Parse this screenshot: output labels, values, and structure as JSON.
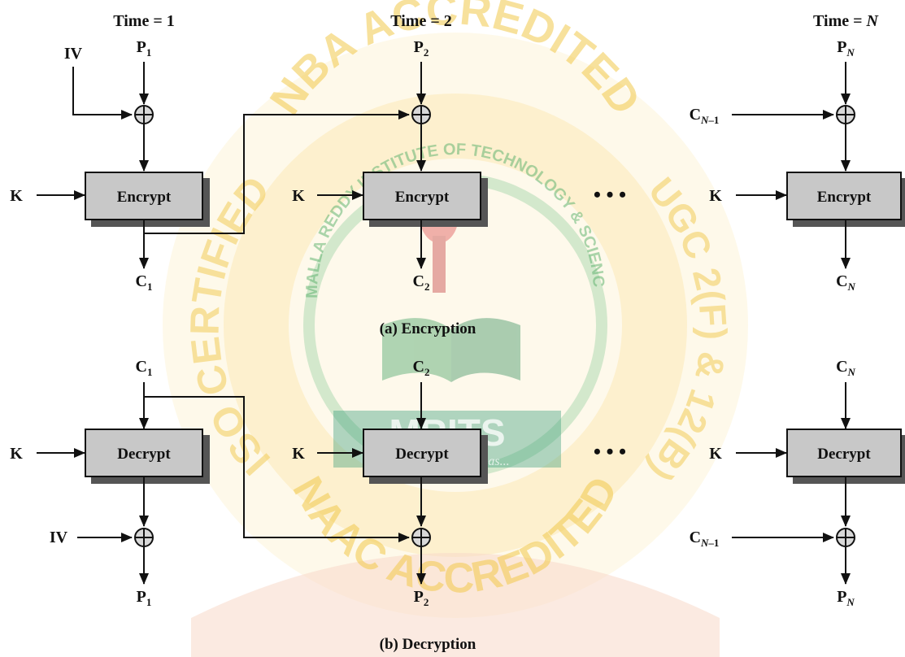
{
  "headers": {
    "t1": "Time = 1",
    "t2": "Time = 2",
    "tn_prefix": "Time = ",
    "tn_var": "N"
  },
  "encryption": {
    "caption": "(a) Encryption",
    "box_label": "Encrypt",
    "key": "K",
    "iv": "IV",
    "p": "P",
    "c": "C",
    "sub1": "1",
    "sub2": "2",
    "subN": "N",
    "subNm1_var": "N",
    "subNm1_rest": "–1"
  },
  "decryption": {
    "caption": "(b) Decryption",
    "box_label": "Decrypt",
    "key": "K",
    "iv": "IV",
    "p": "P",
    "c": "C",
    "sub1": "1",
    "sub2": "2",
    "subN": "N",
    "subNm1_var": "N",
    "subNm1_rest": "–1"
  },
  "ellipsis": "•   •   •",
  "watermark": {
    "arc_top": "NBA ACCREDITED",
    "arc_left": "ISO CERTIFIED",
    "arc_right": "UGC 2(F) & 12(B)",
    "arc_bottom": "NAAC ACCREDITED",
    "inner_ring": "MALLA REDDY INSTITUTE OF TECHNOLOGY & SCIENCE",
    "banner": "MRITS",
    "tagline": "Ideas...",
    "colors": {
      "gold": "#f2c94c",
      "green": "#58b06a",
      "red": "#d9534f",
      "teal": "#2e8b57"
    }
  }
}
